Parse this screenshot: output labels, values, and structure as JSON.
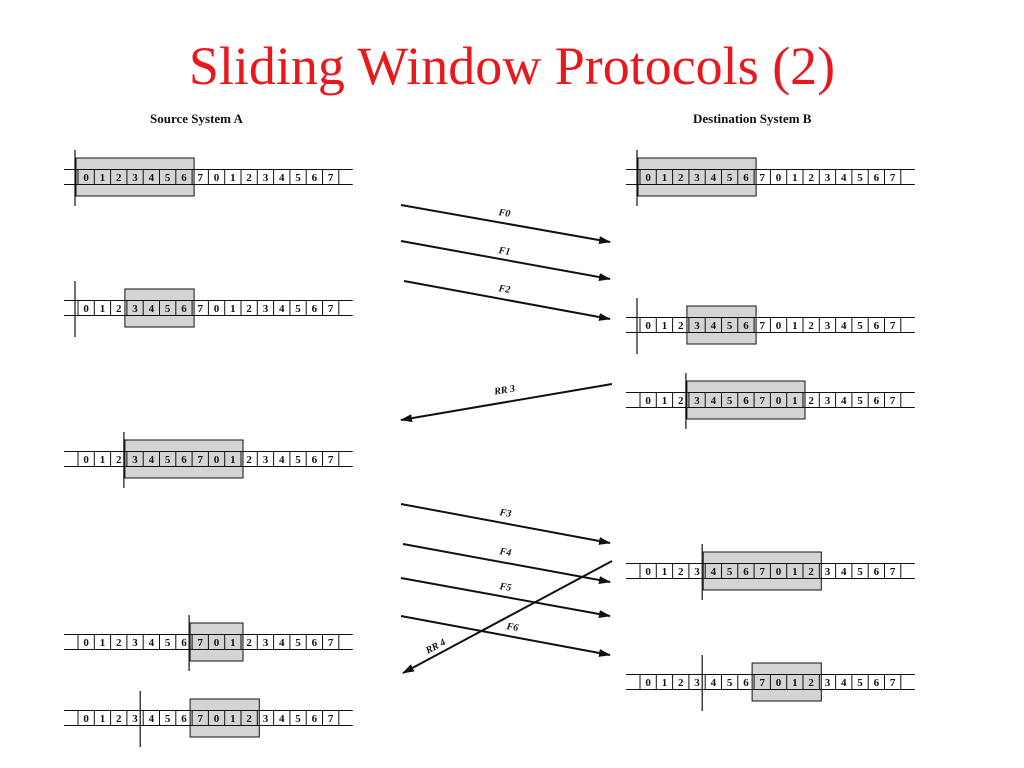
{
  "title": "Sliding Window Protocols (2)",
  "headers": {
    "source": "Source System A",
    "destination": "Destination System B"
  },
  "sequence": [
    "0",
    "1",
    "2",
    "3",
    "4",
    "5",
    "6",
    "7",
    "0",
    "1",
    "2",
    "3",
    "4",
    "5",
    "6",
    "7"
  ],
  "source_rows": [
    {
      "window_start": 0,
      "window_end": 6,
      "cursor": 0
    },
    {
      "window_start": 3,
      "window_end": 6,
      "cursor": 0
    },
    {
      "window_start": 3,
      "window_end": 9,
      "cursor": 3
    },
    {
      "window_start": 7,
      "window_end": 9,
      "cursor": 7
    },
    {
      "window_start": 7,
      "window_end": 10,
      "cursor": 4
    }
  ],
  "dest_rows": [
    {
      "window_start": 0,
      "window_end": 6,
      "cursor": 0
    },
    {
      "window_start": 3,
      "window_end": 6,
      "cursor": 0
    },
    {
      "window_start": 3,
      "window_end": 9,
      "cursor": 3
    },
    {
      "window_start": 4,
      "window_end": 10,
      "cursor": 4
    },
    {
      "window_start": 7,
      "window_end": 10,
      "cursor": 4
    }
  ],
  "messages": [
    {
      "label": "F0",
      "direction": "A-to-B"
    },
    {
      "label": "F1",
      "direction": "A-to-B"
    },
    {
      "label": "F2",
      "direction": "A-to-B"
    },
    {
      "label": "RR 3",
      "direction": "B-to-A"
    },
    {
      "label": "F3",
      "direction": "A-to-B"
    },
    {
      "label": "F4",
      "direction": "A-to-B"
    },
    {
      "label": "F5",
      "direction": "A-to-B"
    },
    {
      "label": "F6",
      "direction": "A-to-B"
    },
    {
      "label": "RR 4",
      "direction": "B-to-A"
    }
  ]
}
